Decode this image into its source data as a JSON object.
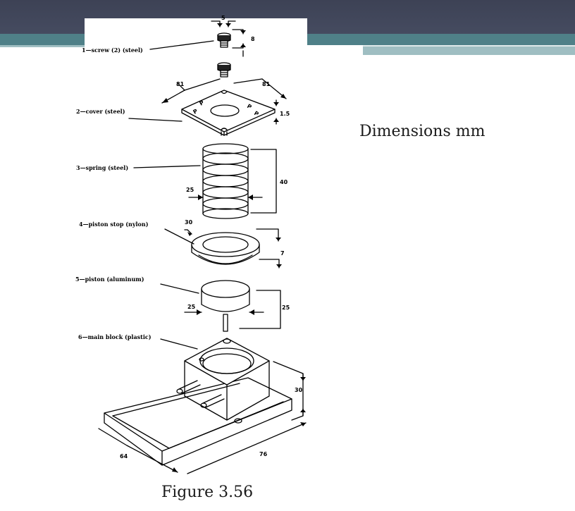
{
  "side_title": "Dimensions mm",
  "caption": "Figure 3.56",
  "parts": [
    "1—screw (2) (steel)",
    "2—cover (steel)",
    "3—spring (steel)",
    "4—piston stop (nylon)",
    "5—piston (aluminum)",
    "6—main block (plastic)"
  ],
  "dimensions": {
    "screw_width": "5",
    "screw_height": "8",
    "cover_left": "81",
    "cover_right": "81",
    "cover_thickness": "1.5",
    "spring_height": "40",
    "spring_diameter": "25",
    "stop_diameter": "30",
    "stop_height": "7",
    "piston_diameter": "25",
    "piston_height": "25",
    "block_height": "30",
    "base_depth": "64",
    "base_width": "76"
  },
  "cover_marks": [
    "P",
    "P",
    "P",
    "P"
  ]
}
